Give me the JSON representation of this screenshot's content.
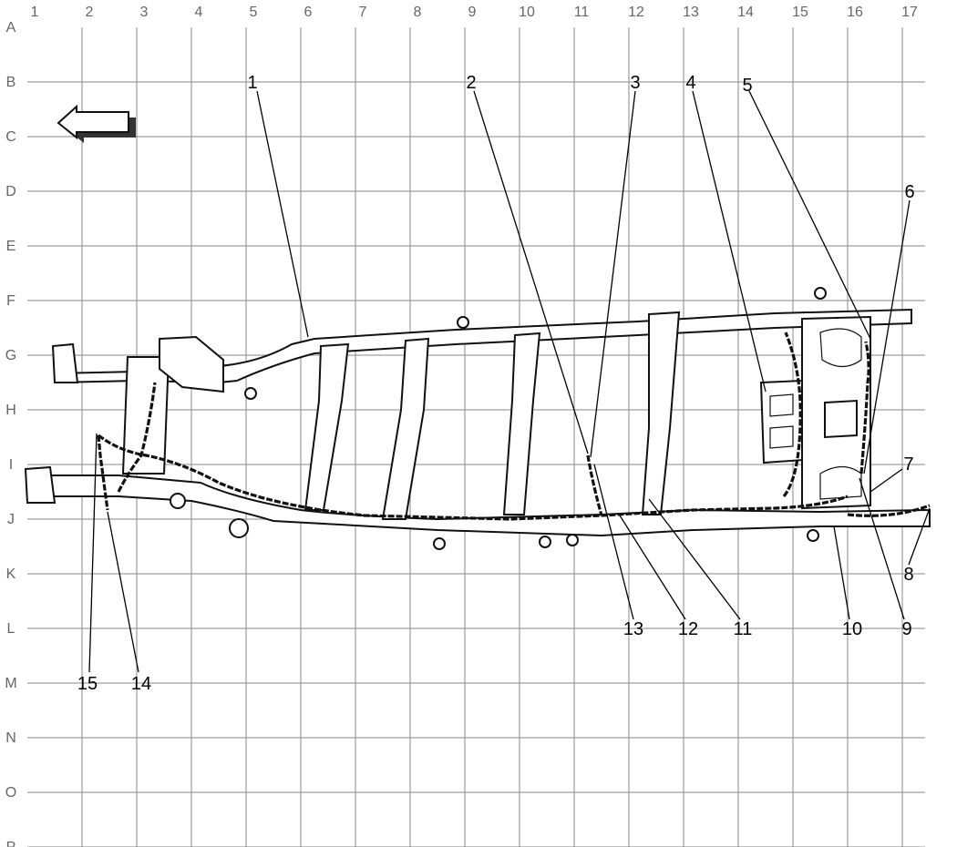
{
  "grid": {
    "columns": [
      "1",
      "2",
      "3",
      "4",
      "5",
      "6",
      "7",
      "8",
      "9",
      "10",
      "11",
      "12",
      "13",
      "14",
      "15",
      "16",
      "17"
    ],
    "rows": [
      "A",
      "B",
      "C",
      "D",
      "E",
      "F",
      "G",
      "H",
      "I",
      "J",
      "K",
      "L",
      "M",
      "N",
      "O",
      "P"
    ]
  },
  "callouts": [
    {
      "id": "1",
      "label": "1"
    },
    {
      "id": "2",
      "label": "2"
    },
    {
      "id": "3",
      "label": "3"
    },
    {
      "id": "4",
      "label": "4"
    },
    {
      "id": "5",
      "label": "5"
    },
    {
      "id": "6",
      "label": "6"
    },
    {
      "id": "7",
      "label": "7"
    },
    {
      "id": "8",
      "label": "8"
    },
    {
      "id": "9",
      "label": "9"
    },
    {
      "id": "10",
      "label": "10"
    },
    {
      "id": "11",
      "label": "11"
    },
    {
      "id": "12",
      "label": "12"
    },
    {
      "id": "13",
      "label": "13"
    },
    {
      "id": "14",
      "label": "14"
    },
    {
      "id": "15",
      "label": "15"
    }
  ],
  "icons": {
    "direction_arrow": "arrow-left-icon"
  }
}
